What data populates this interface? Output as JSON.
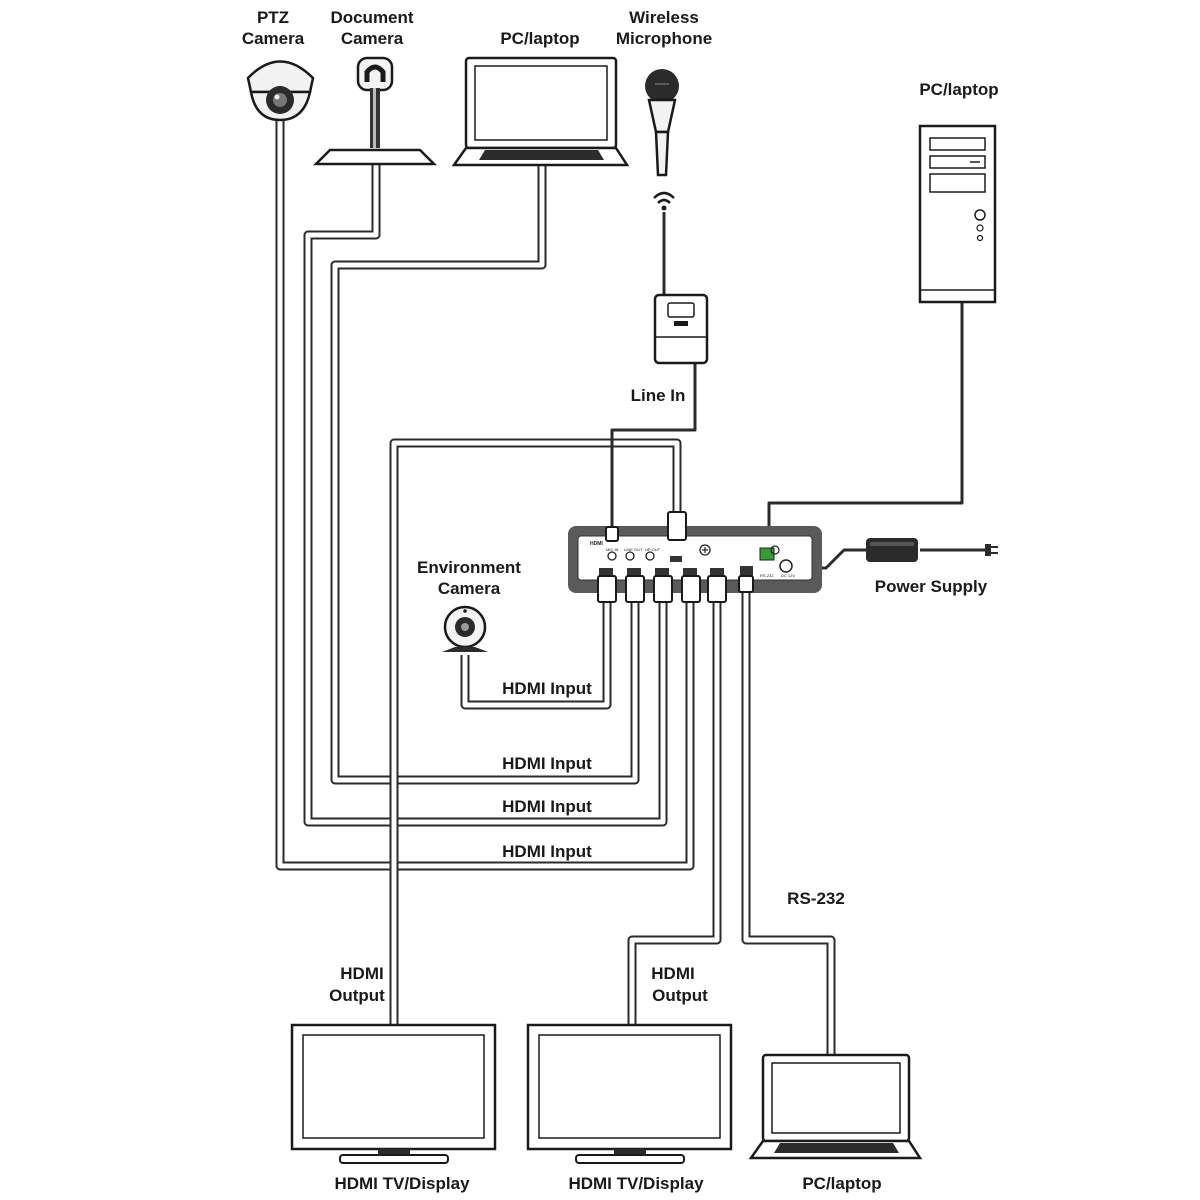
{
  "labels": {
    "ptz_camera": [
      "PTZ",
      "Camera"
    ],
    "document_camera": [
      "Document",
      "Camera"
    ],
    "pc_laptop_top": "PC/laptop",
    "wireless_microphone": [
      "Wireless",
      "Microphone"
    ],
    "pc_laptop_right": "PC/laptop",
    "line_in": "Line In",
    "environment_camera": [
      "Environment",
      "Camera"
    ],
    "power_supply": "Power Supply",
    "hdmi_input_1": "HDMI Input",
    "hdmi_input_2": "HDMI Input",
    "hdmi_input_3": "HDMI Input",
    "hdmi_input_4": "HDMI Input",
    "rs232": "RS-232",
    "hdmi_output_1": [
      "HDMI",
      "Output"
    ],
    "hdmi_output_2": [
      "HDMI",
      "Output"
    ],
    "tv_display_1": "HDMI TV/Display",
    "tv_display_2": "HDMI TV/Display",
    "pc_laptop_bottom": "PC/laptop"
  },
  "device_panel": {
    "brand": "HDMI",
    "jack_labels": [
      "MIC IN",
      "LINE OUT",
      "HP OUT"
    ],
    "rs232_label": "RS-232",
    "dc_label": "DC 12V"
  },
  "colors": {
    "line": "#2b2b2b",
    "device_body": "#5a5a5a",
    "terminal_green": "#3a9a3a"
  }
}
